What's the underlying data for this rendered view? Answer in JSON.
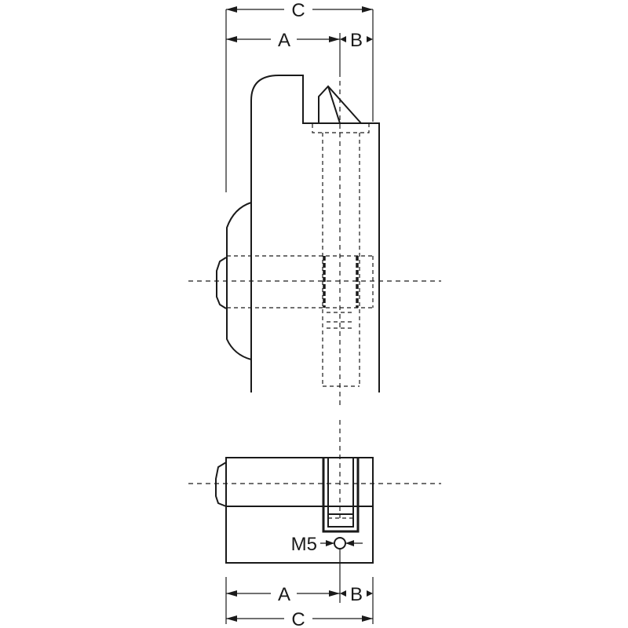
{
  "dimensions": {
    "top": {
      "c": "C",
      "a": "A",
      "b": "B"
    },
    "bottom": {
      "a": "A",
      "b": "B",
      "c": "C"
    },
    "thread": "M5"
  }
}
